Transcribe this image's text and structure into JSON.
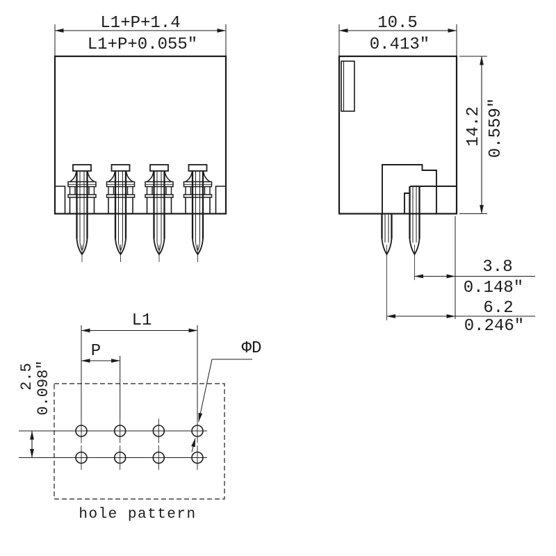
{
  "drawing": {
    "caption": "hole pattern",
    "front_view": {
      "dim_width_mm": "L1+P+1.4",
      "dim_width_inch": "L1+P+0.055\""
    },
    "side_view": {
      "dim_width_mm": "10.5",
      "dim_width_inch": "0.413\"",
      "dim_height_mm": "14.2",
      "dim_height_inch": "0.559\"",
      "dim_pin_to_face_mm": "3.8",
      "dim_pin_to_face_inch": "0.148\"",
      "dim_pin2_to_face_mm": "6.2",
      "dim_pin2_to_face_inch": "0.246\""
    },
    "hole_pattern": {
      "dim_length_label": "L1",
      "dim_pitch_label": "P",
      "dim_row_spacing_mm": "2.5",
      "dim_row_spacing_inch": "0.098\"",
      "hole_diameter_label": "ΦD"
    },
    "line_color": "#1b1b1b",
    "background_color": "#ffffff"
  }
}
